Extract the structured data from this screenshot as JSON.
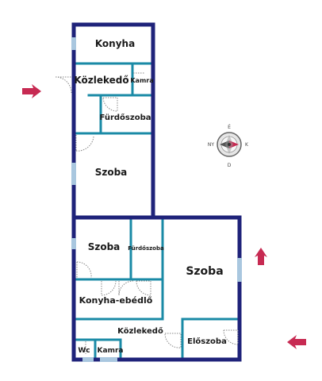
{
  "rooms": {
    "konyha": "Konyha",
    "kozlekedo_top": "Közlekedő",
    "kamra_top": "Kamra",
    "furdoszoba_top": "Fürdőszoba",
    "szoba_top": "Szoba",
    "szoba_mid_left": "Szoba",
    "furdoszoba_mid": "Fürdőszoba",
    "szoba_big": "Szoba",
    "konyha_ebedlo": "Konyha-ebédlő",
    "kozlekedo_bottom": "Közlekedő",
    "eloszoba": "Előszoba",
    "wc": "Wc",
    "kamra_bottom": "Kamra"
  },
  "compass": {
    "north": "É",
    "east": "K",
    "south": "D",
    "west": "NY"
  },
  "colors": {
    "outer_wall": "#1f237a",
    "inner_wall": "#1a8aa6",
    "window": "#a9c7df",
    "arrow": "#c72a52",
    "door": "#888888"
  },
  "icons": {
    "entry_arrow_left": "arrow-right-icon",
    "entry_arrow_right": "arrow-left-icon",
    "entry_arrow_up": "arrow-up-icon",
    "compass": "compass-icon"
  }
}
